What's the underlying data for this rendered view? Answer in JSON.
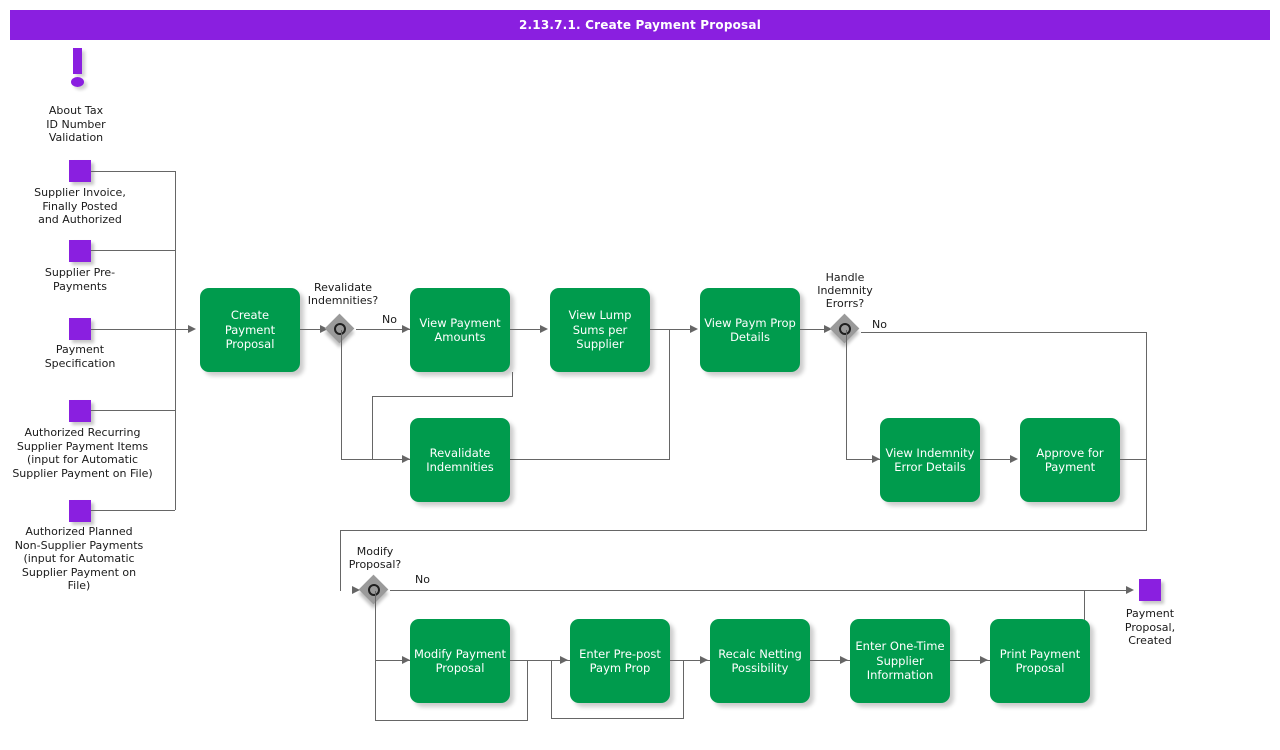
{
  "header": {
    "title": "2.13.7.1. Create Payment Proposal",
    "bar_color": "#8A1FE0"
  },
  "palette": {
    "task_green": "#009B4D",
    "event_purple": "#8A1FE0",
    "gateway_gray": "#9A9A9A",
    "connector_gray": "#666666",
    "text_dark": "#1a1a1a"
  },
  "note": {
    "icon": "exclamation-icon",
    "label": "About Tax\nID Number\nValidation"
  },
  "start_events": [
    {
      "icon": "event-square-icon",
      "label": "Supplier Invoice,\nFinally Posted\nand Authorized"
    },
    {
      "icon": "event-square-icon",
      "label": "Supplier Pre-\nPayments"
    },
    {
      "icon": "event-square-icon",
      "label": "Payment\nSpecification"
    },
    {
      "icon": "event-square-icon",
      "label": "Authorized Recurring\nSupplier Payment Items\n(input for Automatic\nSupplier Payment on File)"
    },
    {
      "icon": "event-square-icon",
      "label": "Authorized Planned\nNon-Supplier Payments\n(input for Automatic\nSupplier Payment on\nFile)"
    }
  ],
  "end_event": {
    "icon": "event-square-icon",
    "label": "Payment\nProposal,\nCreated"
  },
  "tasks": [
    {
      "id": "create-payment-proposal",
      "label": "Create\nPayment\nProposal"
    },
    {
      "id": "view-payment-amounts",
      "label": "View Payment\nAmounts"
    },
    {
      "id": "view-lump-sums-per-supplier",
      "label": "View Lump\nSums per\nSupplier"
    },
    {
      "id": "view-paym-prop-details",
      "label": "View Paym Prop\nDetails"
    },
    {
      "id": "revalidate-indemnities",
      "label": "Revalidate\nIndemnities"
    },
    {
      "id": "view-indemnity-error-details",
      "label": "View Indemnity\nError Details"
    },
    {
      "id": "approve-for-payment",
      "label": "Approve for\nPayment"
    },
    {
      "id": "modify-payment-proposal",
      "label": "Modify Payment\nProposal"
    },
    {
      "id": "enter-pre-post-paym-prop",
      "label": "Enter Pre-post\nPaym Prop"
    },
    {
      "id": "recalc-netting-possibility",
      "label": "Recalc Netting\nPossibility"
    },
    {
      "id": "enter-one-time-supplier-information",
      "label": "Enter One-Time\nSupplier\nInformation"
    },
    {
      "id": "print-payment-proposal",
      "label": "Print Payment\nProposal"
    }
  ],
  "gateways": [
    {
      "id": "revalidate-indemnities-gateway",
      "label": "Revalidate\nIndemnities?",
      "branch_label": "No"
    },
    {
      "id": "handle-indemnity-errors-gateway",
      "label": "Handle\nIndemnity\nErorrs?",
      "branch_label": "No"
    },
    {
      "id": "modify-proposal-gateway",
      "label": "Modify\nProposal?",
      "branch_label": "No"
    }
  ]
}
